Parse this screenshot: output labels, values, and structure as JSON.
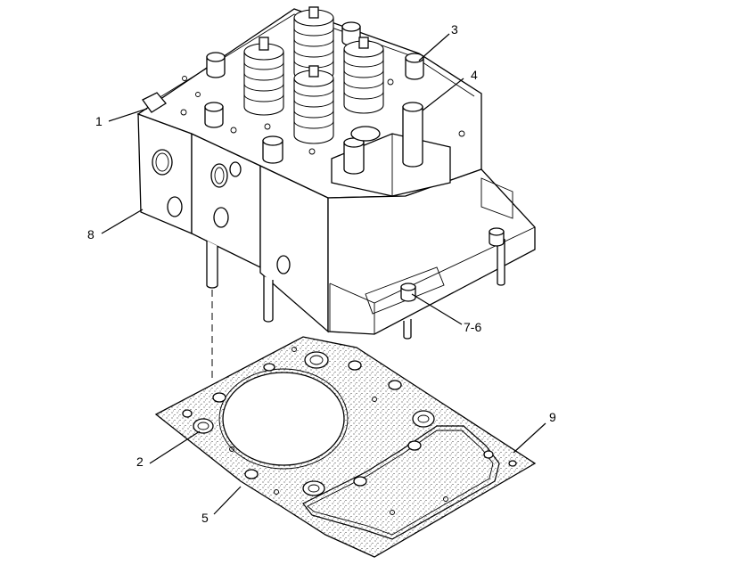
{
  "diagram": {
    "callouts": [
      {
        "id": "c1",
        "label": "1"
      },
      {
        "id": "c2",
        "label": "2"
      },
      {
        "id": "c3",
        "label": "3"
      },
      {
        "id": "c4",
        "label": "4"
      },
      {
        "id": "c5",
        "label": "5"
      },
      {
        "id": "c76",
        "label": "7-6"
      },
      {
        "id": "c8",
        "label": "8"
      },
      {
        "id": "c9",
        "label": "9"
      }
    ],
    "colors": {
      "ink": "#000000",
      "paper": "#ffffff"
    }
  }
}
